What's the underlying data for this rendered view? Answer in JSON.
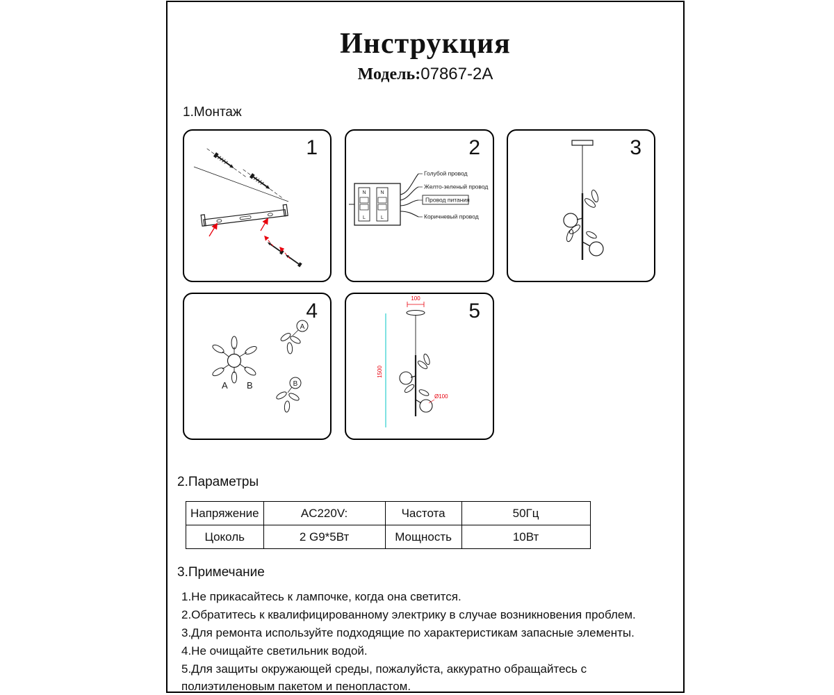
{
  "page": {
    "title": "Инструкция",
    "model_label": "Модель:",
    "model_value": "07867-2A"
  },
  "sections": {
    "montage": "1.Монтаж",
    "params": "2.Параметры",
    "notes": "3.Примечание"
  },
  "panels": {
    "p1": {
      "num": "1"
    },
    "p2": {
      "num": "2",
      "terminal_n": "N",
      "terminal_l": "L",
      "wire_labels": [
        "Голубой провод",
        "Желто-зеленый провод",
        "Провод питания",
        "Коричневый провод"
      ]
    },
    "p3": {
      "num": "3"
    },
    "p4": {
      "num": "4",
      "label_a": "A",
      "label_b": "B"
    },
    "p5": {
      "num": "5",
      "dim_top": "100",
      "dim_drop": "1500",
      "dim_globe": "Ø100"
    }
  },
  "params_table": {
    "rows": [
      [
        "Напряжение",
        "AC220V:",
        "Частота",
        "50Гц"
      ],
      [
        "Цоколь",
        "2 G9*5Вт",
        "Мощность",
        "10Вт"
      ]
    ]
  },
  "notes": [
    "1.Не прикасайтесь к лампочке, когда она светится.",
    "2.Обратитесь к квалифицированному электрику в случае возникновения проблем.",
    "3.Для ремонта используйте подходящие по характеристикам запасные элементы.",
    "4.Не очищайте светильник водой.",
    "5.Для защиты окружающей среды, пожалуйста, аккуратно обращайтесь с полиэтиленовым пакетом и пенопластом."
  ],
  "colors": {
    "accent_red": "#e8000d",
    "dim_cyan": "#00c6c6"
  }
}
